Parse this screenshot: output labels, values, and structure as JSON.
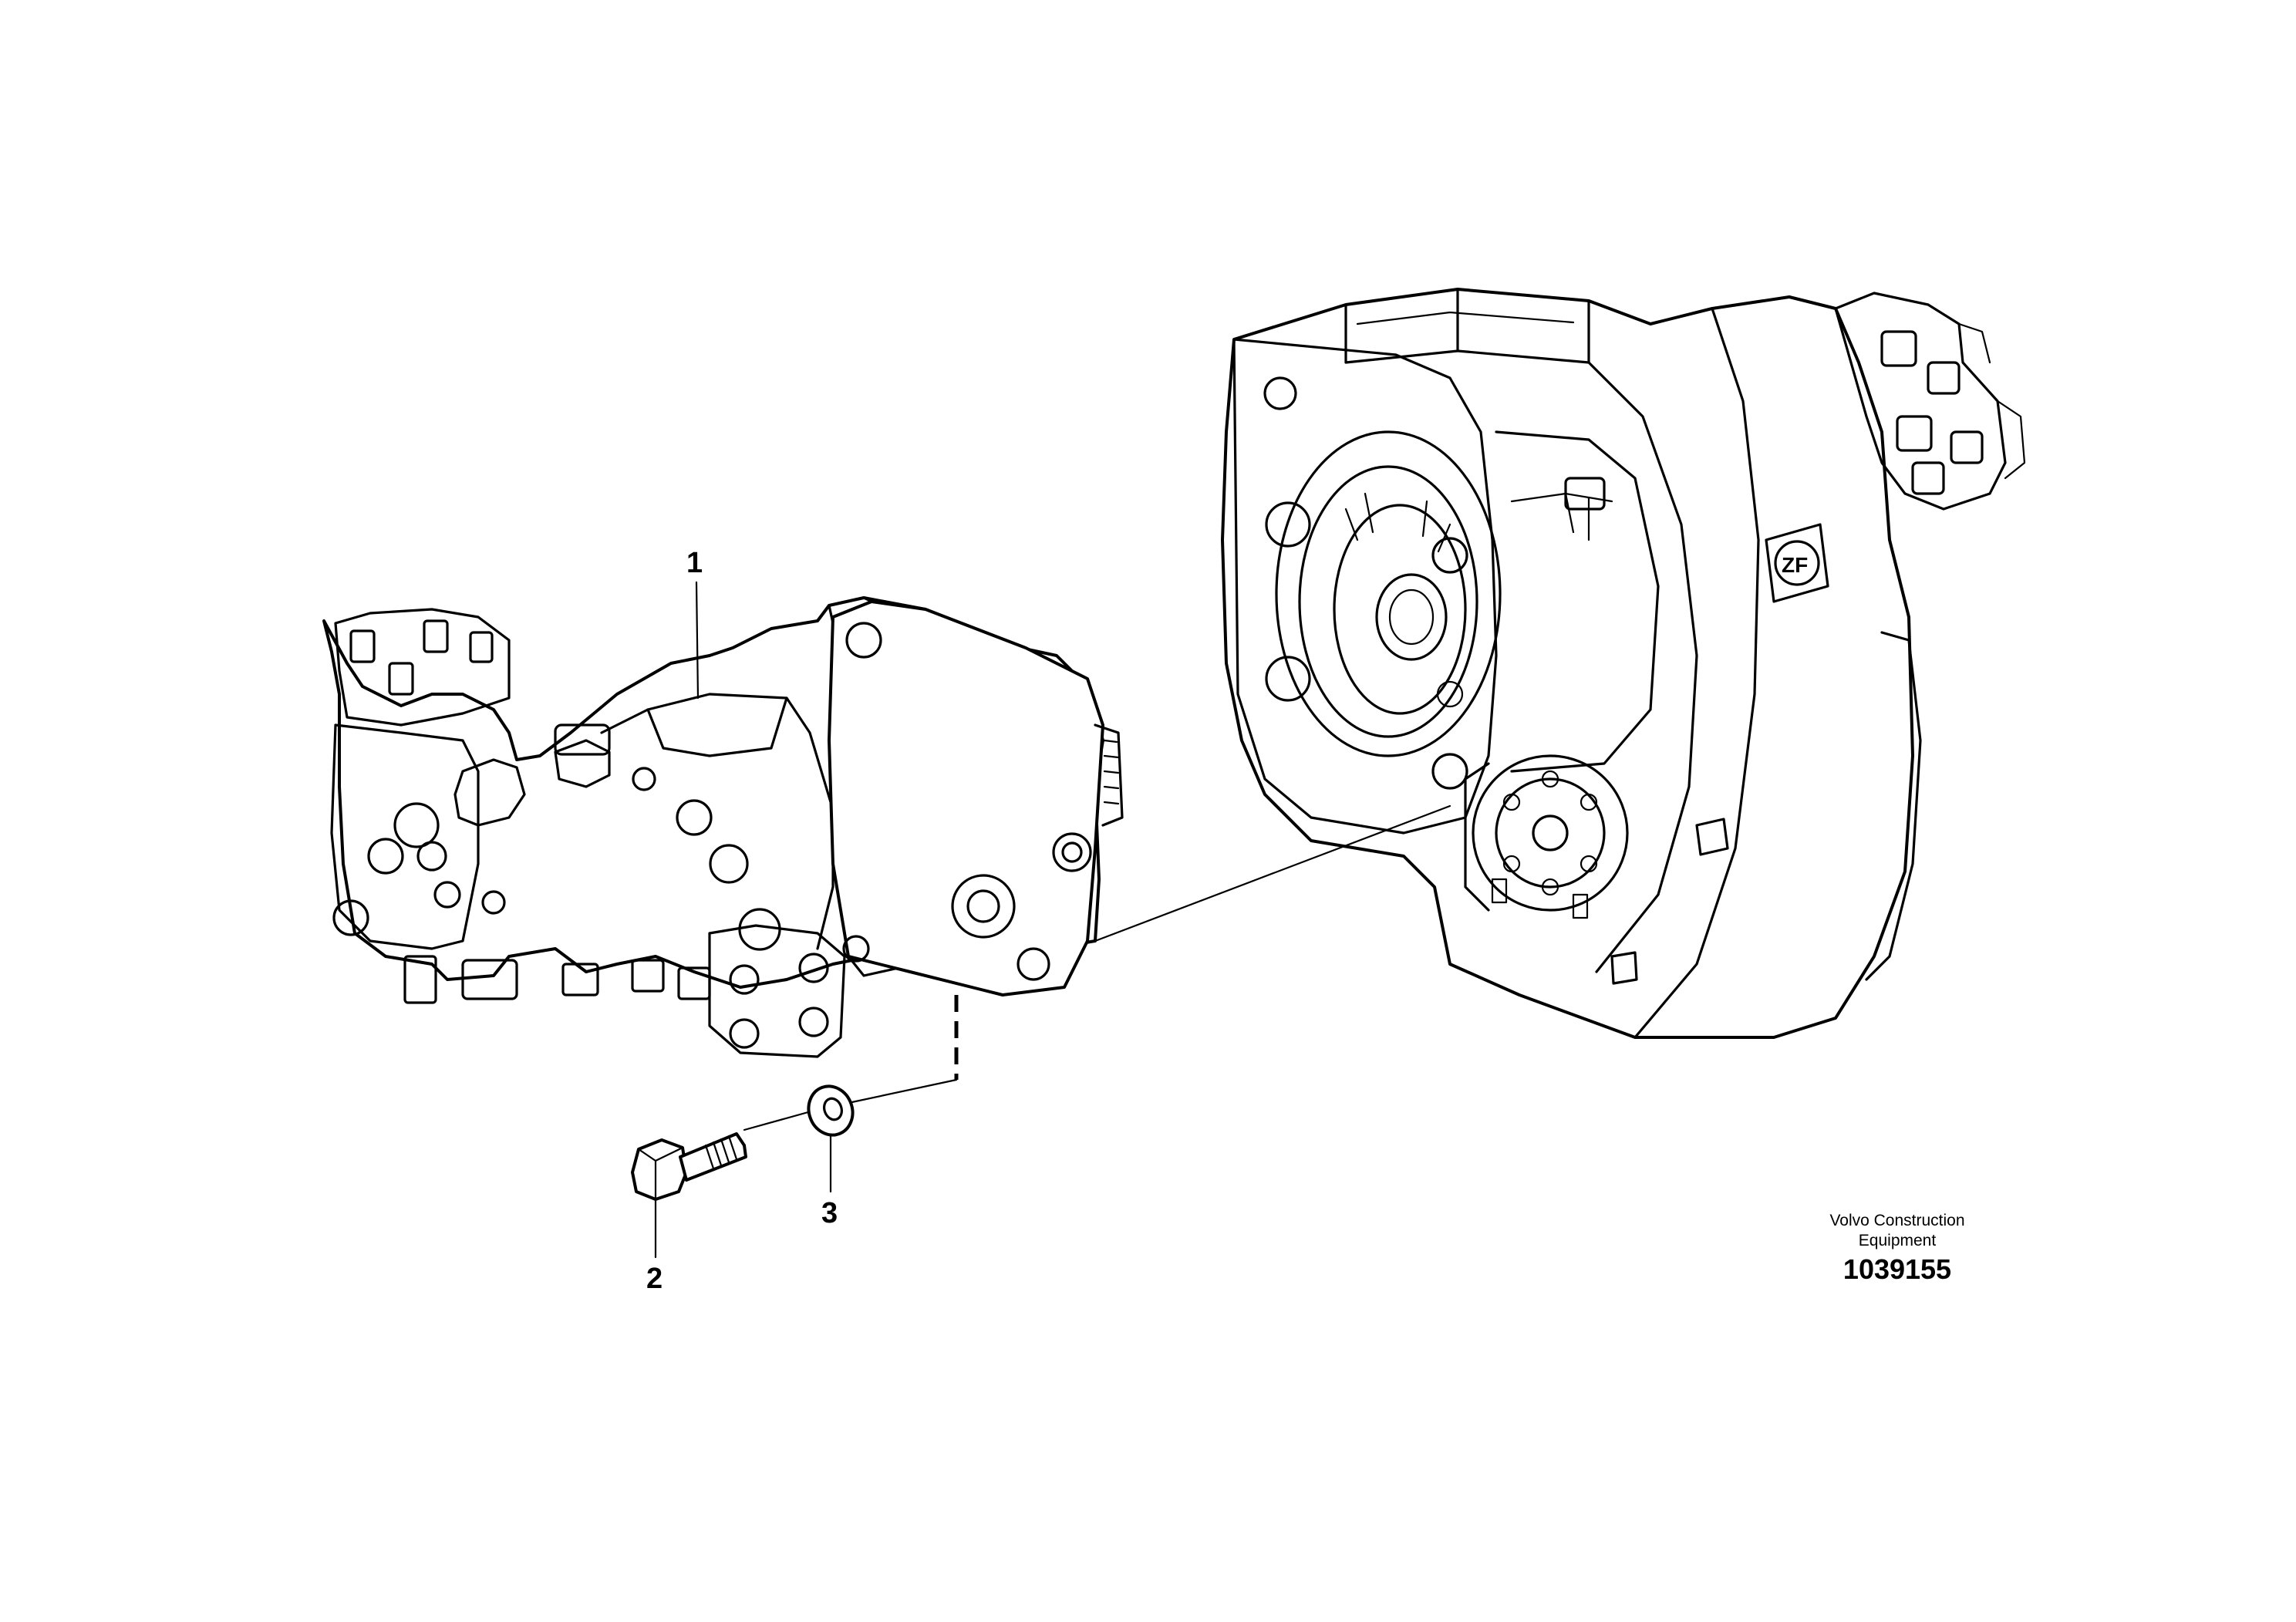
{
  "diagram": {
    "callouts": [
      {
        "id": 1,
        "label": "1"
      },
      {
        "id": 2,
        "label": "2"
      },
      {
        "id": 3,
        "label": "3"
      }
    ],
    "caption": {
      "company_line1": "Volvo Construction",
      "company_line2": "Equipment",
      "illustration_number": "1039155"
    },
    "icons": [
      "hydraulic-motor-icon",
      "transmission-gearbox-icon",
      "bolt-icon",
      "washer-icon",
      "zf-logo-icon"
    ]
  }
}
